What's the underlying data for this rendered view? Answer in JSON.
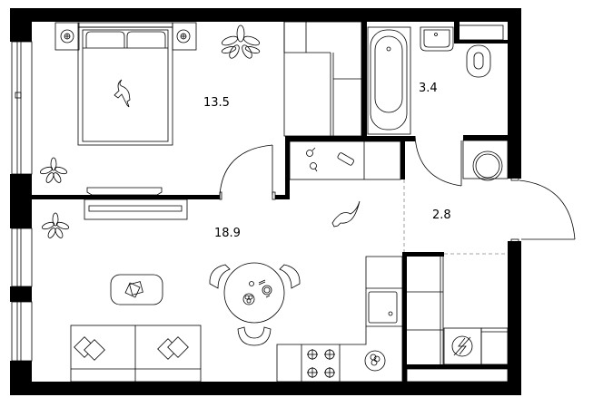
{
  "plan": {
    "type": "apartment-floor-plan",
    "rooms": [
      {
        "id": "bedroom",
        "name": "bedroom",
        "area": "13.5"
      },
      {
        "id": "bathroom",
        "name": "bathroom",
        "area": "3.4"
      },
      {
        "id": "living-kitchen",
        "name": "living-kitchen",
        "area": "18.9"
      },
      {
        "id": "hallway",
        "name": "hallway",
        "area": "2.8"
      }
    ],
    "colors": {
      "walls": "#000000",
      "background": "#ffffff",
      "lines": "#000000"
    }
  }
}
